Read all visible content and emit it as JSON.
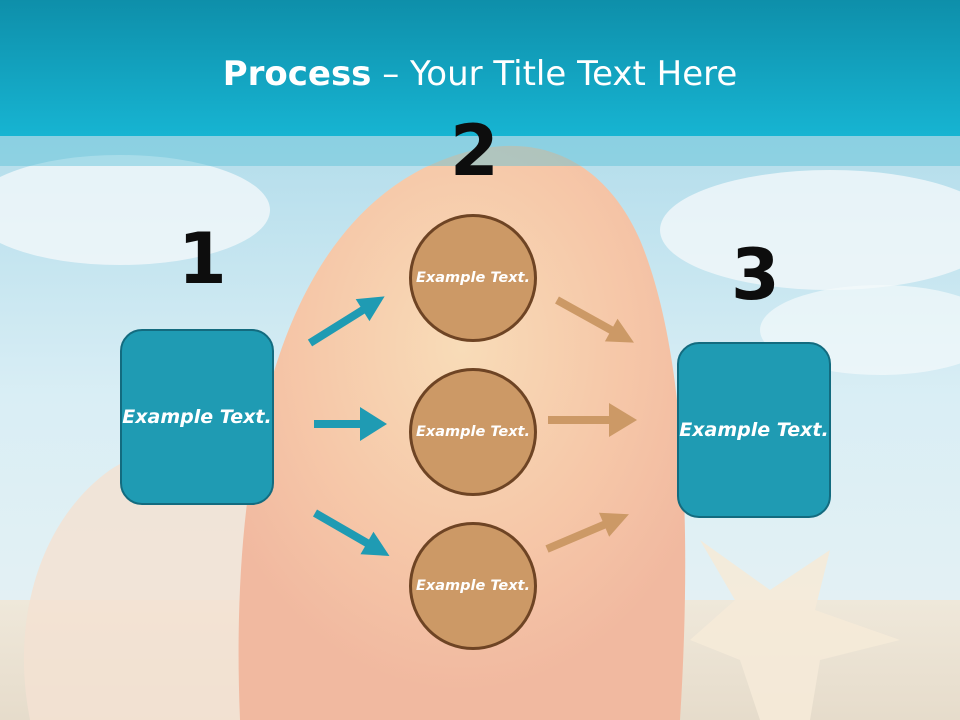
{
  "slide": {
    "title_bold": "Process",
    "title_rest": " – Your Title Text Here"
  },
  "steps": {
    "one": "1",
    "two": "2",
    "three": "3"
  },
  "boxes": {
    "left": "Example Text.",
    "right": "Example Text."
  },
  "circles": {
    "top": "Example Text.",
    "middle": "Example Text.",
    "bottom": "Example Text."
  },
  "colors": {
    "header": "#1aa7c3",
    "teal": "#1f9bb3",
    "tan": "#cc9966",
    "circle_border": "#6e4424"
  }
}
